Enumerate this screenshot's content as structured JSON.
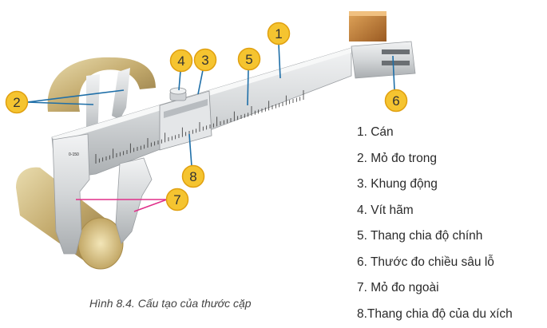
{
  "callouts": [
    "1",
    "2",
    "3",
    "4",
    "5",
    "6",
    "7",
    "8"
  ],
  "legend": [
    "1. Cán",
    "2. Mỏ đo trong",
    "3. Khung động",
    "4. Vít hãm",
    "5. Thang chia độ chính",
    "6. Thước đo chiều sâu lỗ",
    "7. Mỏ đo ngoài",
    "8.Thang chia độ của du xích"
  ],
  "caption": "Hình 8.4. Cấu tạo của thước cặp",
  "colors": {
    "callout_fill": "#f5c430",
    "callout_stroke": "#e0a010",
    "leader_blue": "#1f6fa8",
    "leader_pink": "#e0308a",
    "brass": "#c9b27a",
    "steel": "#d8dadc"
  }
}
